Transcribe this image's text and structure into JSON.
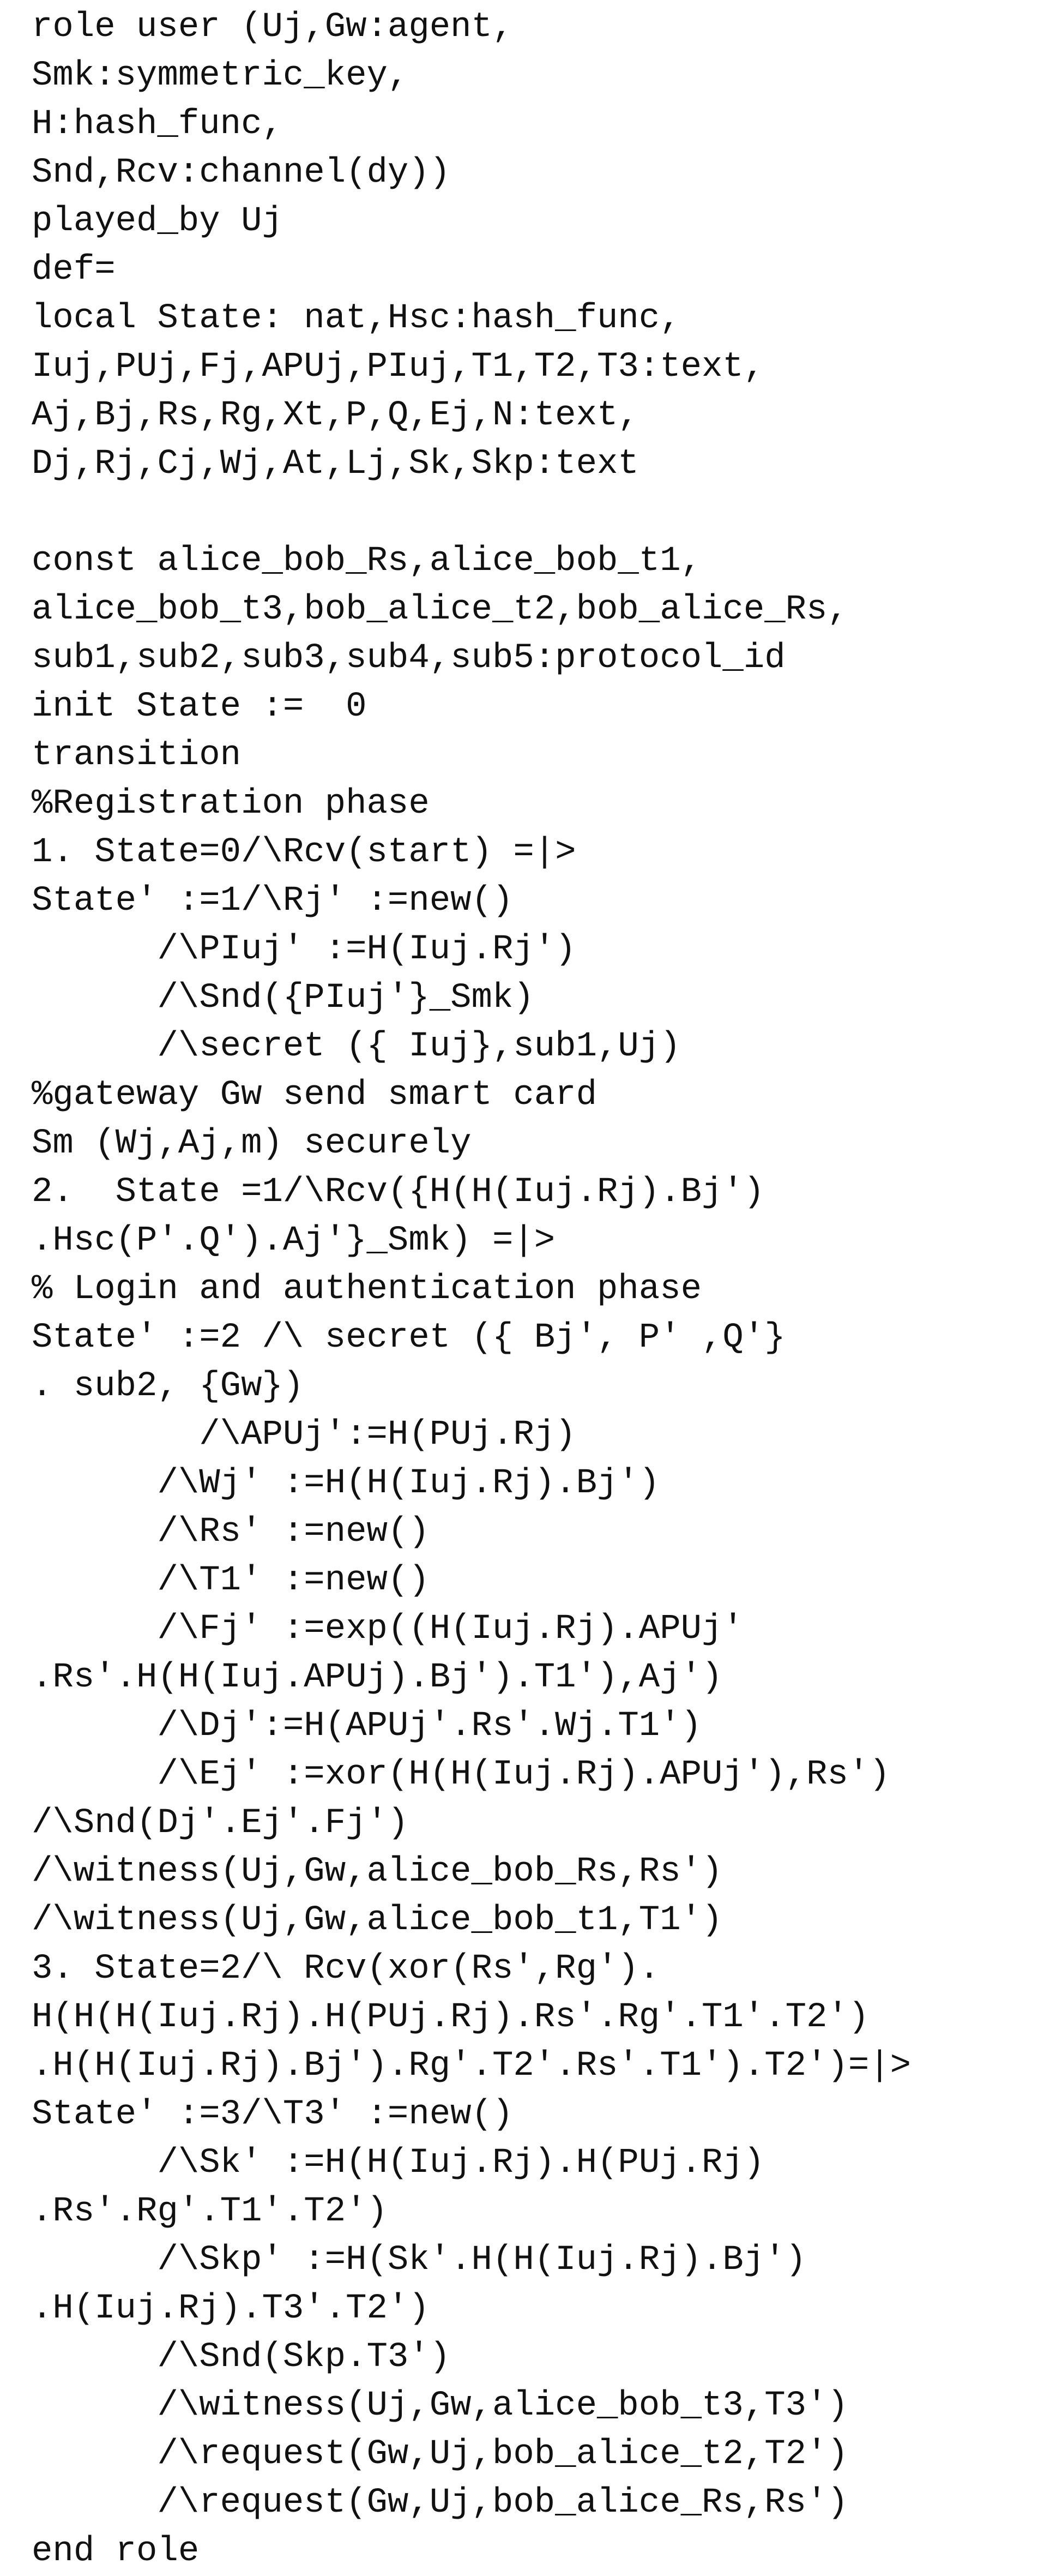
{
  "lines": [
    "role user (Uj,Gw:agent,",
    "Smk:symmetric_key,",
    "H:hash_func,",
    "Snd,Rcv:channel(dy))",
    "played_by Uj",
    "def=",
    "local State: nat,Hsc:hash_func,",
    "Iuj,PUj,Fj,APUj,PIuj,T1,T2,T3:text,",
    "Aj,Bj,Rs,Rg,Xt,P,Q,Ej,N:text,",
    "Dj,Rj,Cj,Wj,At,Lj,Sk,Skp:text",
    "",
    "const alice_bob_Rs,alice_bob_t1,",
    "alice_bob_t3,bob_alice_t2,bob_alice_Rs,",
    "sub1,sub2,sub3,sub4,sub5:protocol_id",
    "init State :=  0",
    "transition",
    "%Registration phase",
    "1. State=0/\\Rcv(start) =|>",
    "State' :=1/\\Rj' :=new()",
    "      /\\PIuj' :=H(Iuj.Rj')",
    "      /\\Snd({PIuj'}_Smk)",
    "      /\\secret ({ Iuj},sub1,Uj)",
    "%gateway Gw send smart card",
    "Sm (Wj,Aj,m) securely",
    "2.  State =1/\\Rcv({H(H(Iuj.Rj).Bj')",
    ".Hsc(P'.Q').Aj'}_Smk) =|>",
    "% Login and authentication phase",
    "State' :=2 /\\ secret ({ Bj', P' ,Q'}",
    ". sub2, {Gw})",
    "        /\\APUj':=H(PUj.Rj)",
    "      /\\Wj' :=H(H(Iuj.Rj).Bj')",
    "      /\\Rs' :=new()",
    "      /\\T1' :=new()",
    "      /\\Fj' :=exp((H(Iuj.Rj).APUj'",
    ".Rs'.H(H(Iuj.APUj).Bj').T1'),Aj')",
    "      /\\Dj':=H(APUj'.Rs'.Wj.T1')",
    "      /\\Ej' :=xor(H(H(Iuj.Rj).APUj'),Rs')",
    "/\\Snd(Dj'.Ej'.Fj')",
    "/\\witness(Uj,Gw,alice_bob_Rs,Rs')",
    "/\\witness(Uj,Gw,alice_bob_t1,T1')",
    "3. State=2/\\ Rcv(xor(Rs',Rg').",
    "H(H(H(Iuj.Rj).H(PUj.Rj).Rs'.Rg'.T1'.T2')",
    ".H(H(Iuj.Rj).Bj').Rg'.T2'.Rs'.T1').T2')=|>",
    "State' :=3/\\T3' :=new()",
    "      /\\Sk' :=H(H(Iuj.Rj).H(PUj.Rj)",
    ".Rs'.Rg'.T1'.T2')",
    "      /\\Skp' :=H(Sk'.H(H(Iuj.Rj).Bj')",
    ".H(Iuj.Rj).T3'.T2')",
    "      /\\Snd(Skp.T3')",
    "      /\\witness(Uj,Gw,alice_bob_t3,T3')",
    "      /\\request(Gw,Uj,bob_alice_t2,T2')",
    "      /\\request(Gw,Uj,bob_alice_Rs,Rs')",
    "end role"
  ]
}
